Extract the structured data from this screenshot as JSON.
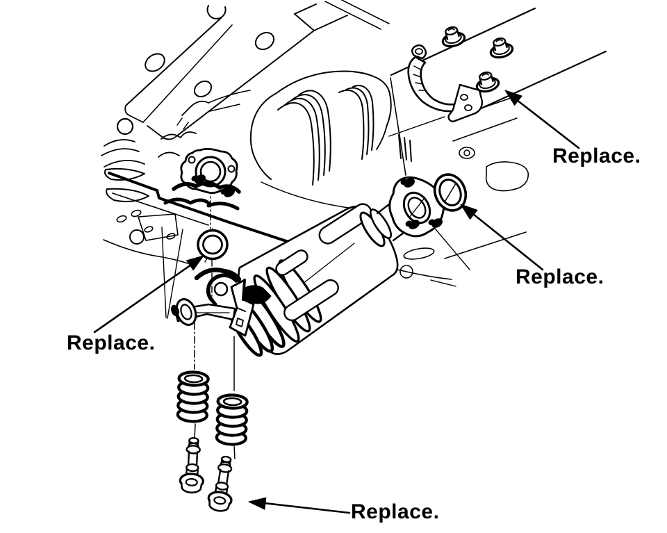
{
  "page": {
    "background_color": "#ffffff",
    "line_color": "#000000"
  },
  "figure": {
    "kind": "service-manual-line-illustration",
    "subject": "catalytic-converter-and-exhaust-pipe-underbody-view",
    "callouts": [
      {
        "id": "callout-locknut",
        "text": "Replace.",
        "points_to": "self-locking-nut"
      },
      {
        "id": "callout-gasket-right",
        "text": "Replace.",
        "points_to": "exhaust-pipe-gasket"
      },
      {
        "id": "callout-gasket-left",
        "text": "Replace.",
        "points_to": "manifold-donut-gasket"
      },
      {
        "id": "callout-bolt",
        "text": "Replace.",
        "points_to": "exhaust-flange-bolt"
      }
    ]
  }
}
